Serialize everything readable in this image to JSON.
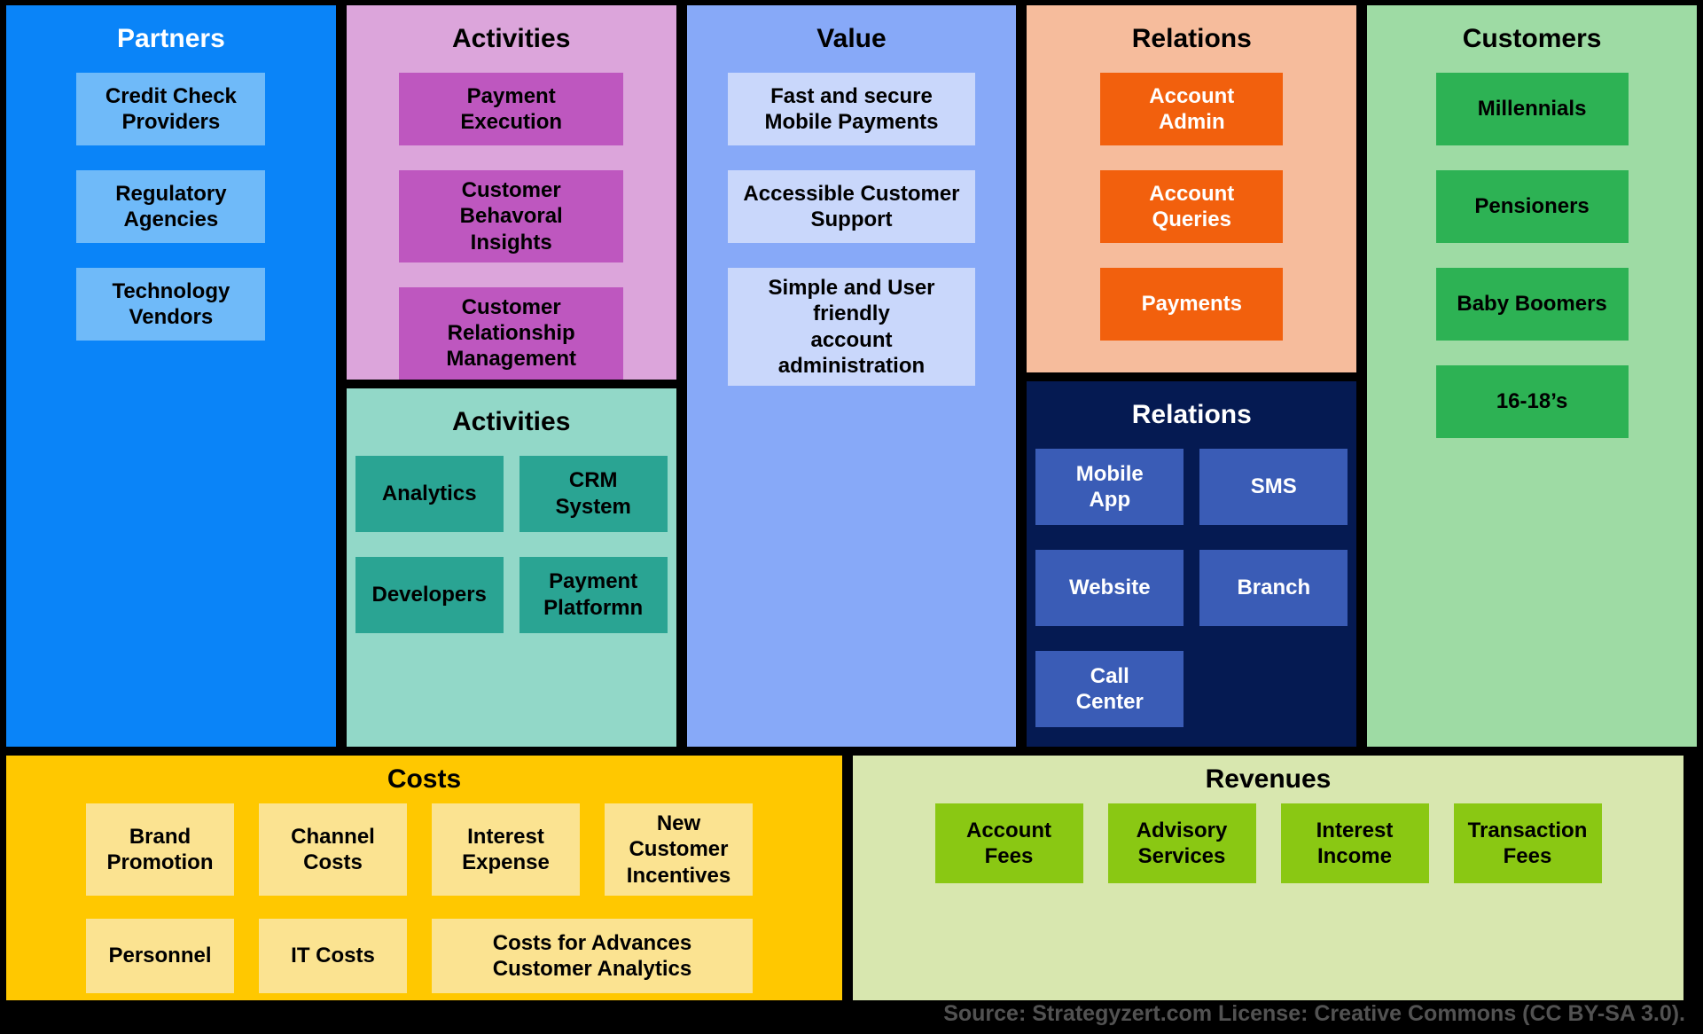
{
  "palette": {
    "background": "#000000",
    "partners_bg": "#0A84F8",
    "partners_card": "#6FBAF9",
    "key_activities_bg": "#DCA5DB",
    "key_activities_card": "#BE57BF",
    "key_resources_bg": "#92D8C8",
    "key_resources_card": "#2AA493",
    "value_bg": "#87A9F8",
    "value_card": "#C9D7FB",
    "relations_bg": "#F6BC9C",
    "relations_card": "#F2600D",
    "channels_bg": "#051A52",
    "channels_card": "#3A5CB6",
    "customers_bg": "#9EDBA4",
    "customers_card": "#2DB254",
    "costs_bg": "#FFC800",
    "costs_card": "#FBE391",
    "revenues_bg": "#D8E7AF",
    "revenues_card": "#8AC813",
    "source_text": "#525252"
  },
  "partners": {
    "title": "Partners",
    "items": [
      "Credit Check\nProviders",
      "Regulatory\nAgencies",
      "Technology\nVendors"
    ]
  },
  "key_activities": {
    "title": "Activities",
    "items": [
      "Payment\nExecution",
      "Customer Behavoral\nInsights",
      "Customer\nRelationship\nManagement"
    ]
  },
  "key_resources": {
    "title": "Activities",
    "items": [
      "Analytics",
      "CRM System",
      "Developers",
      "Payment\nPlatformn"
    ]
  },
  "value": {
    "title": "Value",
    "items": [
      "Fast and secure\nMobile Payments",
      "Accessible Customer\nSupport",
      "Simple and User\nfriendly\naccount administration"
    ]
  },
  "relations": {
    "title": "Relations",
    "items": [
      "Account\nAdmin",
      "Account\nQueries",
      "Payments"
    ]
  },
  "channels": {
    "title": "Relations",
    "items": [
      "Mobile\nApp",
      "SMS",
      "Website",
      "Branch",
      "Call\nCenter"
    ]
  },
  "customers": {
    "title": "Customers",
    "items": [
      "Millennials",
      "Pensioners",
      "Baby Boomers",
      "16-18’s"
    ]
  },
  "costs": {
    "title": "Costs",
    "items": [
      "Brand\nPromotion",
      "Channel\nCosts",
      "Interest\nExpense",
      "New\nCustomer\nIncentives",
      "Personnel",
      "IT Costs",
      "Costs for Advances\nCustomer Analytics"
    ]
  },
  "revenues": {
    "title": "Revenues",
    "items": [
      "Account\nFees",
      "Advisory\nServices",
      "Interest\nIncome",
      "Transaction\nFees"
    ]
  },
  "footer": {
    "source": "Source: Strategyzert.com License: Creative Commons (CC BY-SA 3.0)."
  }
}
